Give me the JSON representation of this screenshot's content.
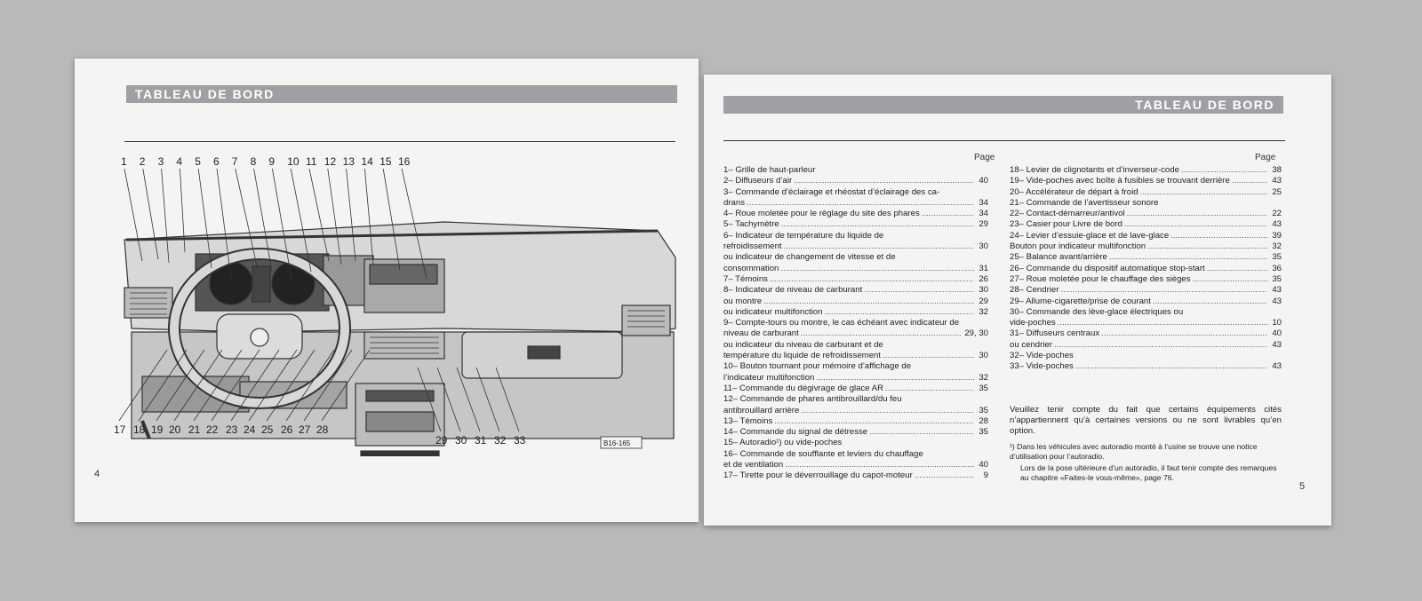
{
  "left_page": {
    "header": "TABLEAU DE BORD",
    "page_number": "4",
    "figure_code": "B16-165",
    "callouts_top": [
      "1",
      "2",
      "3",
      "4",
      "5",
      "6",
      "7",
      "8",
      "9",
      "10",
      "11",
      "12",
      "13",
      "14",
      "15",
      "16"
    ],
    "callouts_bottom": [
      "17",
      "18",
      "19",
      "20",
      "21",
      "22",
      "23",
      "24",
      "25",
      "26",
      "27",
      "28",
      "29",
      "30",
      "31",
      "32",
      "33"
    ]
  },
  "right_page": {
    "header": "TABLEAU DE BORD",
    "page_label": "Page",
    "page_number": "5",
    "left_column": [
      {
        "text": "1– Grille de haut-parleur",
        "page": ""
      },
      {
        "text": "2– Diffuseurs d’air",
        "page": "40"
      },
      {
        "text": "3– Commande d’éclairage et rhéostat d’éclairage des ca-",
        "page": ""
      },
      {
        "text": "    drans",
        "page": "34"
      },
      {
        "text": "4– Roue moletée pour le réglage du site des phares",
        "page": "34"
      },
      {
        "text": "5– Tachymètre",
        "page": "29"
      },
      {
        "text": "6– Indicateur de température du liquide de",
        "page": ""
      },
      {
        "text": "    refroidissement",
        "page": "30"
      },
      {
        "text": "    ou indicateur de changement de vitesse et de",
        "page": ""
      },
      {
        "text": "    consommation",
        "page": "31"
      },
      {
        "text": "7– Témoins",
        "page": "26"
      },
      {
        "text": "8– Indicateur de niveau de carburant",
        "page": "30"
      },
      {
        "text": "    ou montre",
        "page": "29"
      },
      {
        "text": "    ou indicateur multifonction",
        "page": "32"
      },
      {
        "text": "9– Compte-tours ou montre, le cas échéant avec indicateur de",
        "page": ""
      },
      {
        "text": "    niveau de carburant",
        "page": "29, 30"
      },
      {
        "text": "    ou indicateur du niveau de carburant et de",
        "page": ""
      },
      {
        "text": "    température du liquide de refroidissement",
        "page": "30"
      },
      {
        "text": "10– Bouton tournant pour mémoire d’affichage de",
        "page": ""
      },
      {
        "text": "    l’indicateur multifonction",
        "page": "32"
      },
      {
        "text": "11– Commande du dégivrage de glace AR",
        "page": "35"
      },
      {
        "text": "12– Commande de phares antibrouillard/du feu",
        "page": ""
      },
      {
        "text": "    antibrouillard arrière",
        "page": "35"
      },
      {
        "text": "13– Témoins",
        "page": "28"
      },
      {
        "text": "14– Commande du signal de détresse",
        "page": "35"
      },
      {
        "text": "15– Autoradio¹) ou vide-poches",
        "page": ""
      },
      {
        "text": "16– Commande de soufflante et leviers du chauffage",
        "page": ""
      },
      {
        "text": "    et de ventilation",
        "page": "40"
      },
      {
        "text": "17– Tirette pour le déverrouillage du capot-moteur",
        "page": "9"
      }
    ],
    "right_column": [
      {
        "text": "18– Levier de clignotants et d’inverseur-code",
        "page": "38"
      },
      {
        "text": "19– Vide-poches avec boîte à fusibles se trouvant derrière",
        "page": "43"
      },
      {
        "text": "20– Accélérateur de départ à froid",
        "page": "25"
      },
      {
        "text": "21– Commande de l’avertisseur sonore",
        "page": ""
      },
      {
        "text": "22– Contact-démarreur/antivol",
        "page": "22"
      },
      {
        "text": "23– Casier pour Livre de bord",
        "page": "43"
      },
      {
        "text": "24– Levier d’essuie-glace et de lave-glace",
        "page": "39"
      },
      {
        "text": "    Bouton pour indicateur multifonction",
        "page": "32"
      },
      {
        "text": "25– Balance avant/arrière",
        "page": "35"
      },
      {
        "text": "26– Commande du dispositif automatique stop-start",
        "page": "36"
      },
      {
        "text": "27– Roue moletée pour le chauffage des sièges",
        "page": "35"
      },
      {
        "text": "28– Cendrier",
        "page": "43"
      },
      {
        "text": "29– Allume-cigarette/prise de courant",
        "page": "43"
      },
      {
        "text": "30– Commande des lève-glace électriques ou",
        "page": ""
      },
      {
        "text": "    vide-poches",
        "page": "10"
      },
      {
        "text": "31– Diffuseurs centraux",
        "page": "40"
      },
      {
        "text": "    ou cendrier",
        "page": "43"
      },
      {
        "text": "32– Vide-poches",
        "page": ""
      },
      {
        "text": "33– Vide-poches",
        "page": "43"
      }
    ],
    "note": "Veuillez tenir compte du fait que certains équipements cités n’appartiennent qu’à certaines versions ou ne sont livrables qu’en option.",
    "footnote_1": "¹) Dans les véhicules avec autoradio monté à l’usine se trouve une notice d’utilisation pour l’autoradio.",
    "footnote_2": "Lors de la pose ultérieure d’un autoradio, il faut tenir compte des remarques au chapitre «Faites-le vous-même», page 76."
  }
}
